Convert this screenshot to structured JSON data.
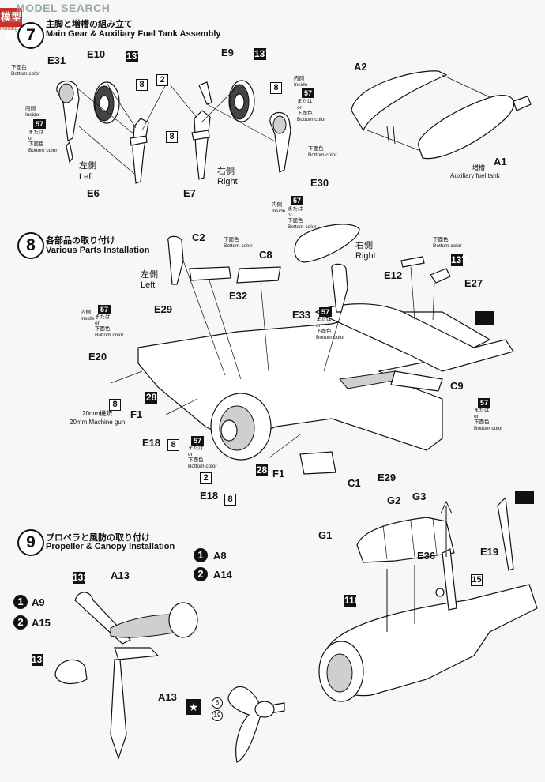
{
  "watermark": {
    "brand": "MODEL SEARCH",
    "logo": "模型网",
    "site": "moxing.com"
  },
  "step7": {
    "number": "7",
    "title_jp": "主脚と増槽の組み立て",
    "title_en": "Main Gear & Auxiliary Fuel Tank Assembly",
    "parts": {
      "e31": "E31",
      "e10": "E10",
      "e9": "E9",
      "e6": "E6",
      "e7": "E7",
      "e30": "E30",
      "a2": "A2",
      "a1": "A1"
    },
    "left_jp": "左側",
    "left_en": "Left",
    "right_jp": "右側",
    "right_en": "Right",
    "fuel_tank_jp": "増槽",
    "fuel_tank_en": "Auxiliary fuel tank",
    "paint137a": "137",
    "paint137b": "137",
    "paint8a": "8",
    "paint8b": "8",
    "paint8c": "8",
    "paint2": "2",
    "note_bottom_left": "下面色\nBottom color",
    "note_inside_left": "内側\nInside",
    "note_or_left": "または\nor\n下面色\nBottom color",
    "note_inside_right": "内側\nInside",
    "note_or_right": "または\nor\n下面色\nBottom color",
    "note_bottom_right": "下面色\nBottom color",
    "paint57a": "57",
    "paint57b": "57"
  },
  "step8": {
    "number": "8",
    "title_jp": "各部品の取り付け",
    "title_en": "Various Parts Installation",
    "parts": {
      "c2": "C2",
      "c8": "C8",
      "e12": "E12",
      "e27": "E27",
      "e29a": "E29",
      "e32": "E32",
      "e33": "E33",
      "e20": "E20",
      "c9": "C9",
      "f1a": "F1",
      "e18a": "E18",
      "f1b": "F1",
      "c1": "C1",
      "e29b": "E29",
      "e18b": "E18"
    },
    "left_jp": "左側",
    "left_en": "Left",
    "right_jp": "右側",
    "right_en": "Right",
    "gun_jp": "20mm機銃",
    "gun_en": "20mm Machine gun",
    "note_inside_top": "内側\nInside",
    "note_or_top": "または\nor\n下面色\nBottom color",
    "note_bottom_c2": "下面色\nBottom color",
    "note_bottom_e12": "下面色\nBottom color",
    "note_inside_e29": "内側\nInside",
    "note_or_e29": "または\nor\n下面色\nBottom color",
    "note_or_right": "または\nor\n下面色\nBottom color",
    "note_or_c9": "または\nor\n下面色\nBottom color",
    "note_or_e18": "または\nor\n下面色\nBottom color",
    "paint57_top": "57",
    "paint57_e29": "57",
    "paint57_right": "57",
    "paint57_c9": "57",
    "paint57_e18": "57",
    "paint137": "137",
    "paint8_e20": "8",
    "paint28a": "28",
    "paint28b": "28",
    "paint8_e18a": "8",
    "paint2_e18": "2",
    "paint8_e18b": "8"
  },
  "step9": {
    "number": "9",
    "title_jp": "プロペラと風防の取り付け",
    "title_en": "Propeller & Canopy Installation",
    "parts": {
      "a8": "A8",
      "a14": "A14",
      "a13a": "A13",
      "a9": "A9",
      "a15": "A15",
      "a13b": "A13",
      "g1": "G1",
      "g2": "G2",
      "g3": "G3",
      "e36": "E36",
      "e19": "E19"
    },
    "badge1a": "1",
    "badge2a": "2",
    "badge1b": "1",
    "badge2b": "2",
    "paint131a": "131",
    "paint131b": "131",
    "paint116": "116",
    "paint15": "15",
    "circ8": "8",
    "circ19": "19",
    "star": "★"
  }
}
